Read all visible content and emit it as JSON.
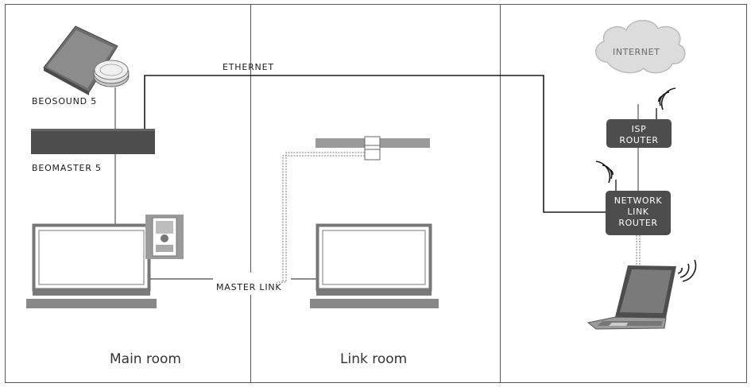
{
  "rooms": [
    {
      "label": "Main room"
    },
    {
      "label": "Link room"
    },
    {
      "label": ""
    }
  ],
  "connections": {
    "ethernet": "ETHERNET",
    "master_link": "MASTER LINK"
  },
  "devices": {
    "beosound": "BEOSOUND 5",
    "beomaster": "BEOMASTER 5",
    "internet": "INTERNET",
    "isp_router": [
      "ISP",
      "ROUTER"
    ],
    "network_router": [
      "NETWORK",
      "LINK",
      "ROUTER"
    ]
  },
  "colors": {
    "line": "#1a1a1a",
    "device_dark": "#4d4d4d",
    "device_mid": "#888888",
    "tv_frame": "#777777",
    "cloud": "#d9d9d9",
    "box_text": "#ffffff"
  }
}
